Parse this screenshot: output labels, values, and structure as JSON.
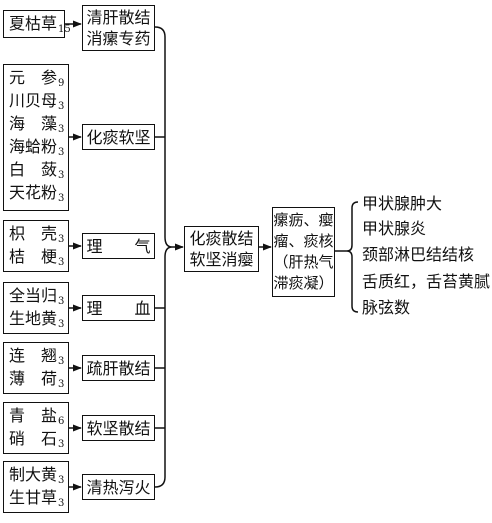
{
  "groups": [
    {
      "herbs": [
        {
          "name": "夏枯草",
          "dose": "15"
        }
      ],
      "function": [
        "清肝散结",
        "消瘰专药"
      ]
    },
    {
      "herbs": [
        {
          "name": "元　参",
          "dose": "9"
        },
        {
          "name": "川贝母",
          "dose": "3"
        },
        {
          "name": "海　藻",
          "dose": "3"
        },
        {
          "name": "海蛤粉",
          "dose": "3"
        },
        {
          "name": "白　蔹",
          "dose": "3"
        },
        {
          "name": "天花粉",
          "dose": "3"
        }
      ],
      "function": [
        "化痰软坚"
      ]
    },
    {
      "herbs": [
        {
          "name": "枳　壳",
          "dose": "3"
        },
        {
          "name": "桔　梗",
          "dose": "3"
        }
      ],
      "function": [
        "理　　气"
      ]
    },
    {
      "herbs": [
        {
          "name": "全当归",
          "dose": "3"
        },
        {
          "name": "生地黄",
          "dose": "3"
        }
      ],
      "function": [
        "理　　血"
      ]
    },
    {
      "herbs": [
        {
          "name": "连　翘",
          "dose": "3"
        },
        {
          "name": "薄　荷",
          "dose": "3"
        }
      ],
      "function": [
        "疏肝散结"
      ]
    },
    {
      "herbs": [
        {
          "name": "青　盐",
          "dose": "6"
        },
        {
          "name": "硝　石",
          "dose": "3"
        }
      ],
      "function": [
        "软坚散结"
      ]
    },
    {
      "herbs": [
        {
          "name": "制大黄",
          "dose": "3"
        },
        {
          "name": "生甘草",
          "dose": "3"
        }
      ],
      "function": [
        "清热泻火"
      ]
    }
  ],
  "combined": [
    "化痰散结",
    "软坚消瘿"
  ],
  "pathology": [
    "瘰疬、瘿",
    "瘤、痰核",
    "（肝热气",
    "滞痰凝）"
  ],
  "indications": [
    "甲状腺肿大",
    "甲状腺炎",
    "颈部淋巴结结核",
    "舌质红，舌苔黄腻",
    "脉弦数"
  ]
}
